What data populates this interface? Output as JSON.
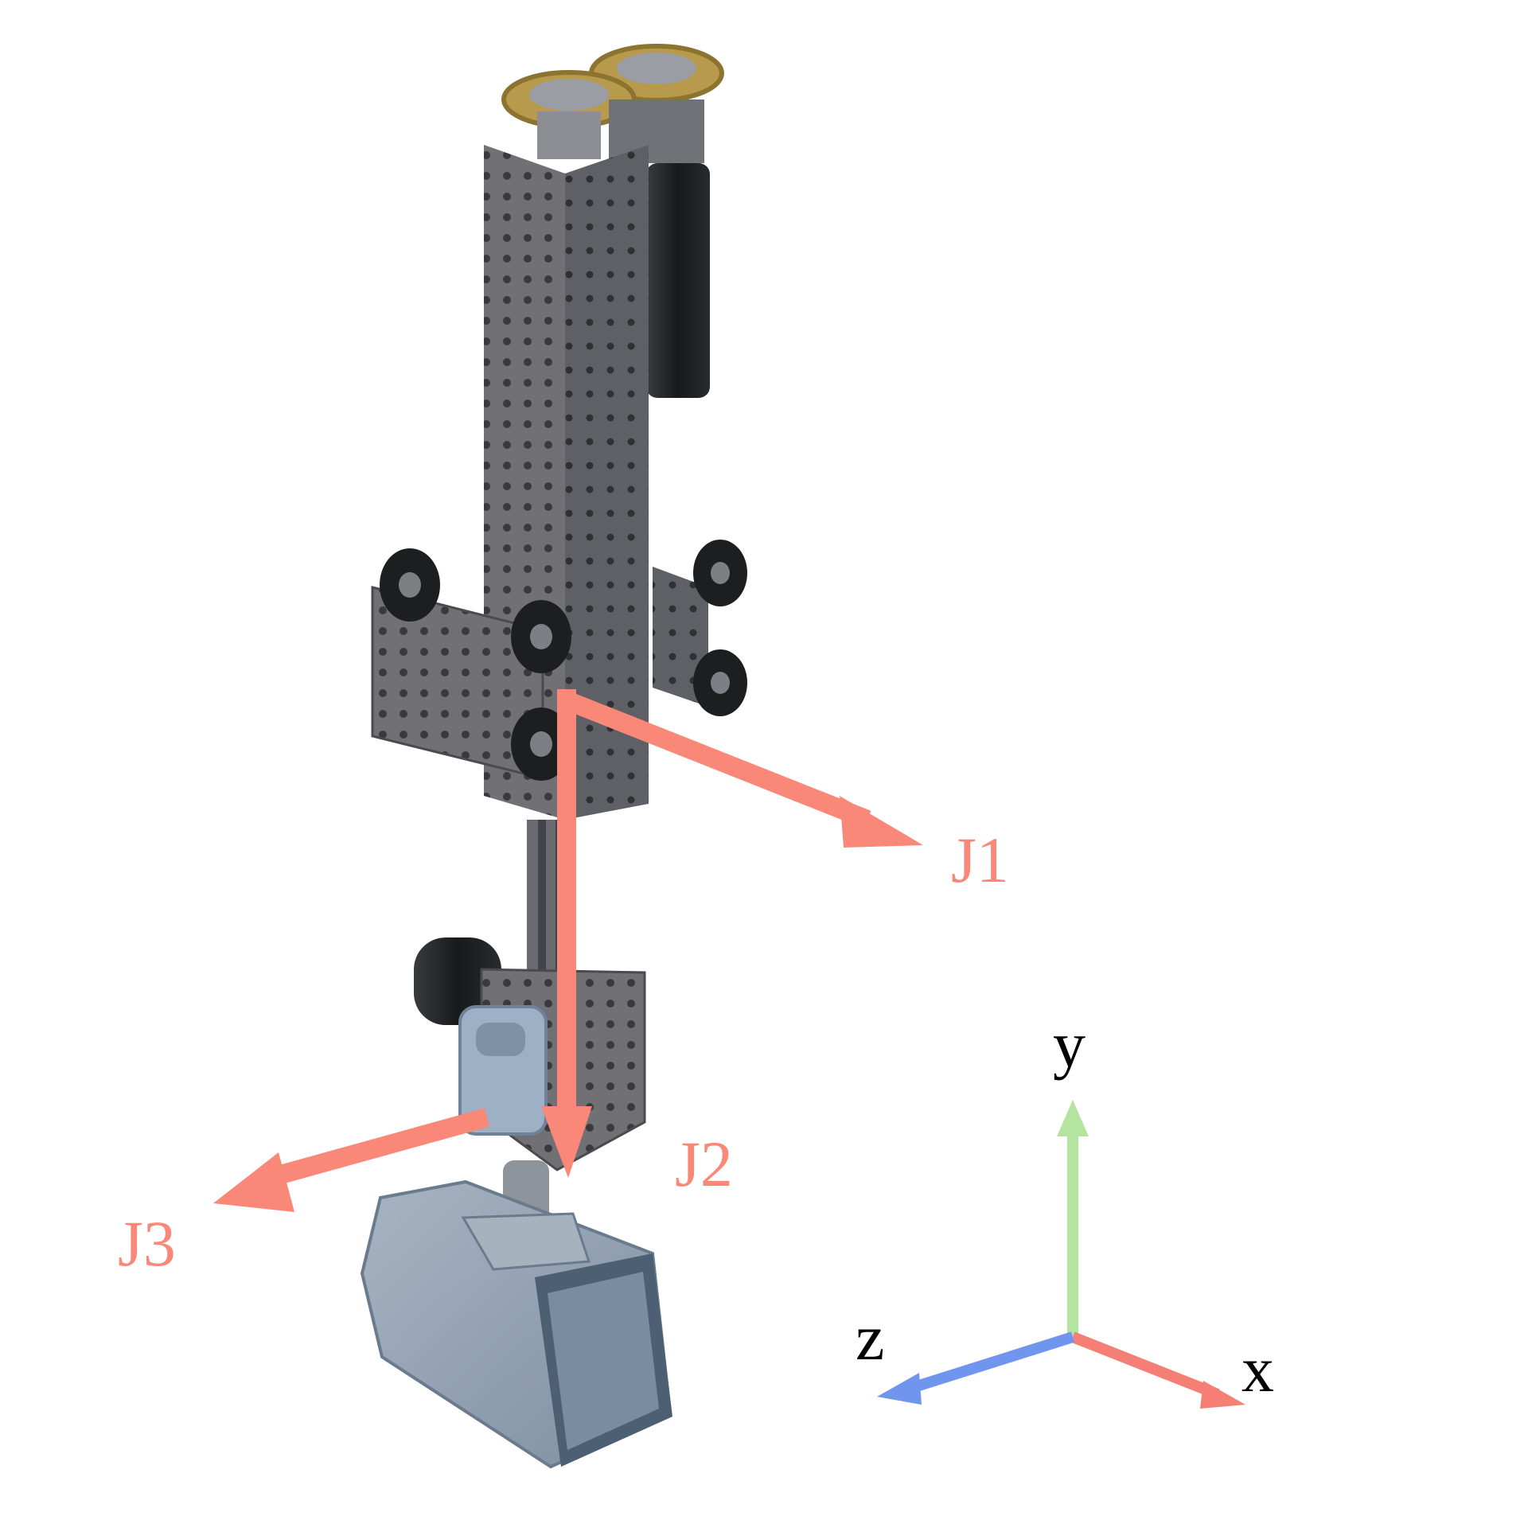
{
  "joint_labels": {
    "j1": "J1",
    "j2": "J2",
    "j3": "J3"
  },
  "axis_labels": {
    "x": "x",
    "y": "y",
    "z": "z"
  },
  "colors": {
    "joint_arrow": "#fa8878",
    "x_axis": "#f57f74",
    "y_axis": "#b5e3a0",
    "z_axis": "#6f95ef",
    "label_text": "#000000",
    "metal_plate": "#6f6f73",
    "metal_plate_dark": "#55565a",
    "motor_black": "#202124",
    "gear_gold": "#b89a4c",
    "bucket": "#8f9fb1",
    "bracket_blue": "#9eb0c6"
  }
}
